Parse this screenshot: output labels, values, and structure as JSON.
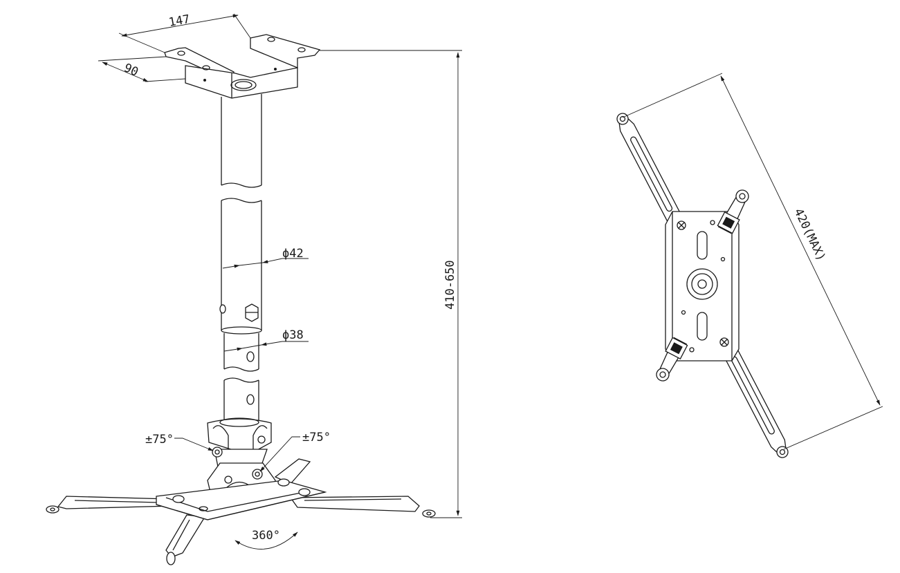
{
  "dimensions": {
    "width": "147",
    "depth": "90",
    "height_range": "410-650",
    "outer_tube_diameter": "ϕ42",
    "inner_tube_diameter": "ϕ38",
    "tilt_left": "±75°",
    "tilt_right": "±75°",
    "rotation": "360°",
    "max_span": "420(MAX)"
  }
}
